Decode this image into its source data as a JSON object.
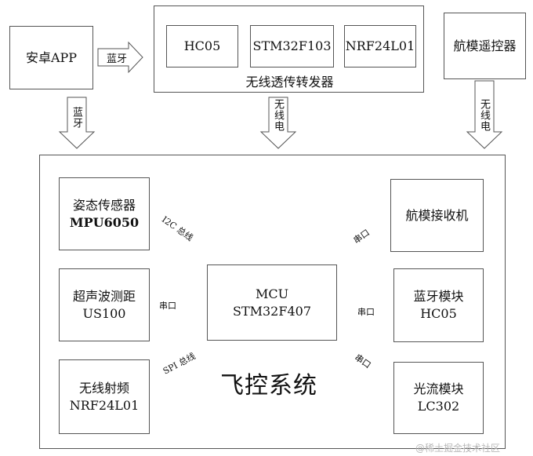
{
  "top": {
    "android_app": "安卓APP",
    "link_bluetooth": "蓝牙",
    "transceiver": {
      "title": "无线透传转发器",
      "modules": [
        "HC05",
        "STM32F103",
        "NRF24L01"
      ]
    },
    "rc_remote": "航模遥控器"
  },
  "links": {
    "app_down": "蓝牙",
    "transceiver_down": "无线电",
    "remote_down": "无线电"
  },
  "flight_control": {
    "title": "飞控系统",
    "mcu": {
      "line1": "MCU",
      "line2": "STM32F407"
    },
    "attitude": {
      "line1": "姿态传感器",
      "line2": "MPU6050"
    },
    "ultrasonic": {
      "line1": "超声波测距",
      "line2": "US100"
    },
    "rf": {
      "line1": "无线射频",
      "line2": "NRF24L01"
    },
    "receiver": {
      "line1": "航模接收机"
    },
    "bt_module": {
      "line1": "蓝牙模块",
      "line2": "HC05"
    },
    "optical_flow": {
      "line1": "光流模块",
      "line2": "LC302"
    },
    "arrow_i2c": "I2C 总线",
    "arrow_serial_left": "串口",
    "arrow_spi": "SPI 总线",
    "arrow_serial_rx": "串口",
    "arrow_serial_bt": "串口",
    "arrow_serial_flow": "串口"
  },
  "watermark": "@稀土掘金技术社区"
}
